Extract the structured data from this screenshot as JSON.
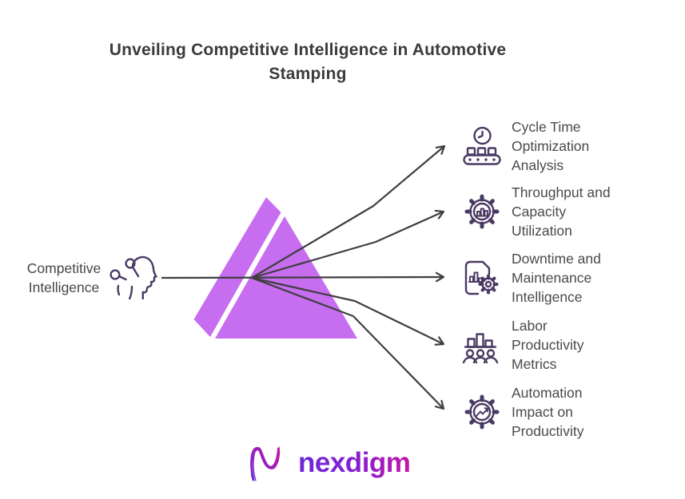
{
  "title": {
    "lines": [
      "Unveiling Competitive Intelligence in Automotive",
      "Stamping"
    ]
  },
  "source": {
    "icon": "head-profile-nodes-icon",
    "lines": [
      "Competitive",
      "Intelligence"
    ]
  },
  "prism": {
    "shape": "fractured-triangle-prism",
    "color": "#c76df0"
  },
  "items": [
    {
      "icon": "clock-conveyor-icon",
      "lines": [
        "Cycle Time",
        "Optimization",
        "Analysis"
      ]
    },
    {
      "icon": "gear-bar-chart-icon",
      "lines": [
        "Throughput and",
        "Capacity",
        "Utilization"
      ]
    },
    {
      "icon": "document-gear-chart-icon",
      "lines": [
        "Downtime and",
        "Maintenance",
        "Intelligence"
      ]
    },
    {
      "icon": "bar-chart-people-icon",
      "lines": [
        "Labor",
        "Productivity",
        "Metrics"
      ]
    },
    {
      "icon": "gear-trend-arrow-icon",
      "lines": [
        "Automation",
        "Impact on",
        "Productivity"
      ]
    }
  ],
  "logo": {
    "icon": "nexdigm-wave-mark-icon",
    "brand": "nexdigm"
  },
  "colors": {
    "prism_fill": "#c76df0",
    "icon_stroke": "#4a3a63",
    "connector_line": "#3f3f3f",
    "title_text": "#3b3b3e",
    "body_text": "#4a4a4e",
    "logo_gradient_start": "#6d28d9",
    "logo_gradient_end": "#c516a6"
  }
}
